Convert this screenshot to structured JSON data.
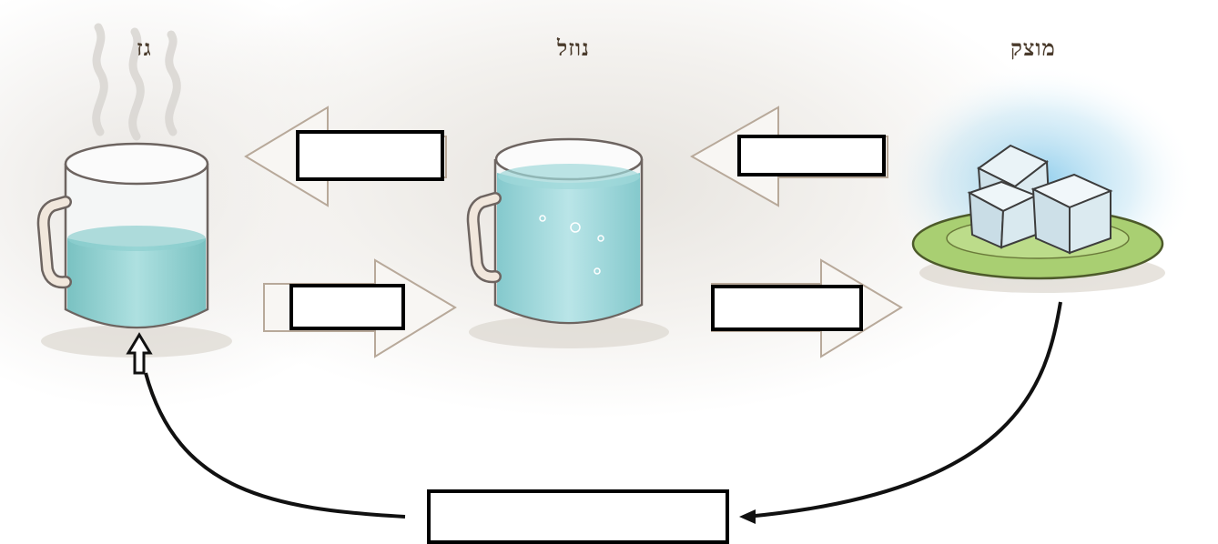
{
  "phases": {
    "gas": "גז",
    "liquid": "נוזל",
    "solid": "מוצק"
  },
  "colors": {
    "water": "#7fc9c9",
    "ice_glow": "#9fd4ee",
    "plate": "#a9cf72",
    "label": "#4a3b2c",
    "arrow_outline": "#b8a99a"
  },
  "answer_boxes": [
    "",
    "",
    "",
    "",
    ""
  ]
}
